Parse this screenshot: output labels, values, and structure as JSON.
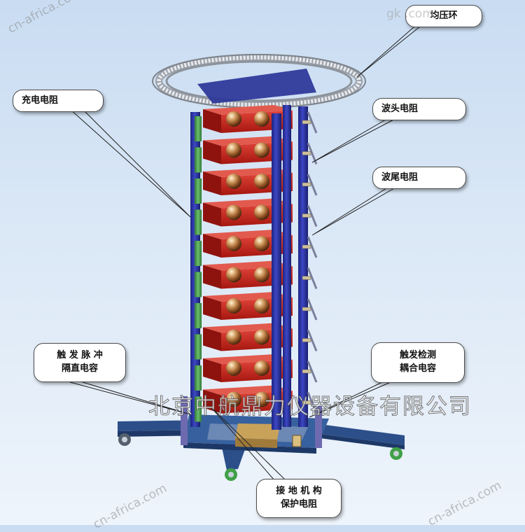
{
  "labels": {
    "grading_ring": "均压环",
    "charging_resistor": "充电电阻",
    "wavefront_resistor": "波头电阻",
    "wavetail_resistor": "波尾电阻",
    "trigger_isolation_capacitor": "触 发 脉 冲\n隔直电容",
    "trigger_coupling_capacitor": "触发检测\n耦合电容",
    "grounding_protection_resistor": "接 地 机 构\n保护电阻"
  },
  "watermarks": {
    "top_left": "cn-africa.com",
    "top_right": "gk   .com",
    "bottom_left": "cn-africa.com",
    "bottom_right": "cn-africa.com",
    "company": "北京中航鼎力仪器设备有限公司"
  },
  "stage_count": 10,
  "colors": {
    "column_blue": "#2a33a6",
    "capacitor_red": "#c8221c",
    "resistor_green": "#4e9e52",
    "ring_gray": "#c0c4cc",
    "base_steel": "#2c4f8a",
    "box_gold": "#c9a25a",
    "sphere_bronze": "#a0602a"
  }
}
